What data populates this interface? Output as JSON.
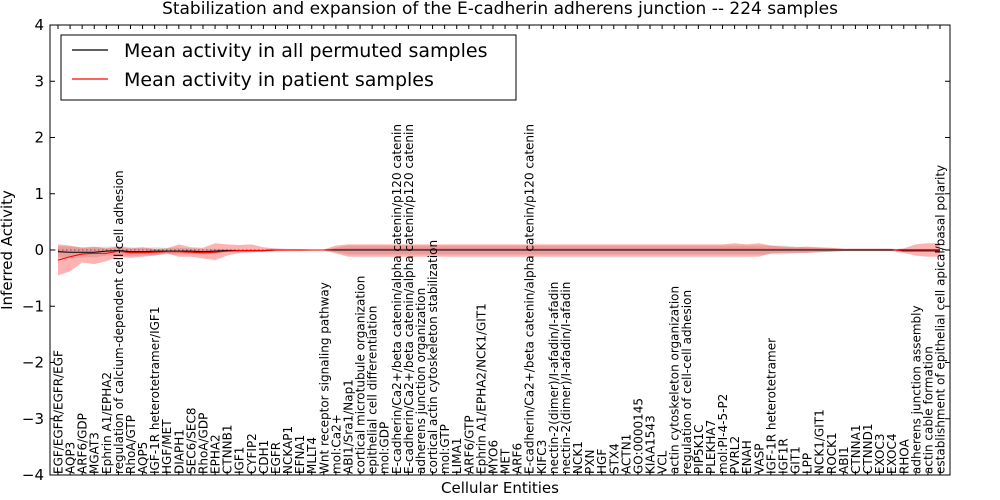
{
  "chart_data": {
    "type": "line",
    "title": "Stabilization and expansion of the E-cadherin adherens junction -- 224 samples",
    "xlabel": "Cellular Entities",
    "ylabel": "Inferred Activity",
    "ylim": [
      -4,
      4
    ],
    "yticks": [
      -4,
      -3,
      -2,
      -1,
      0,
      1,
      2,
      3,
      4
    ],
    "legend_position": "top-left",
    "grid": false,
    "categories": [
      "EGF/EGFR/EGFR/EGF",
      "AQP3",
      "ARF6/GDP",
      "MGAT3",
      "Ephrin A1/EPHA2",
      "regulation of calcium-dependent cell-cell adhesion",
      "RhoA/GTP",
      "AQP5",
      "IGF-1R heterotetramer/IGF1",
      "HGF/MET",
      "DIAPH1",
      "SEC6/SEC8",
      "RhoA/GDP",
      "EPHA2",
      "CTNNB1",
      "IGF1",
      "CYFIP2",
      "CDH1",
      "EGFR",
      "NCKAP1",
      "EFNA1",
      "MLLT4",
      "Wnt receptor signaling pathway",
      "mol:Ca2+",
      "ABI1/Sra1/Nap1",
      "cortical microtubule organization",
      "epithelial cell differentiation",
      "mol:GDP",
      "E-cadherin/Ca2+/beta catenin/alpha catenin/p120 catenin",
      "E-cadherin/Ca2+/beta catenin/alpha catenin/p120 catenin",
      "adherens junction organization",
      "cortical actin cytoskeleton stabilization",
      "mol:GTP",
      "LIMA1",
      "ARF6/GTP",
      "Ephrin A1/EPHA2/NCK1/GIT1",
      "MYO6",
      "MET",
      "ARF6",
      "E-cadherin/Ca2+/beta catenin/alpha catenin/p120 catenin",
      "KIFC3",
      "nectin-2(dimer)/I-afadin/I-afadin",
      "nectin-2(dimer)/I-afadin/I-afadin",
      "NCK1",
      "PXN",
      "HGF",
      "STX4",
      "ACTN1",
      "GO:0000145",
      "KIAA1543",
      "VCL",
      "actin cytoskeleton organization",
      "regulation of cell-cell adhesion",
      "PIP5K1C",
      "PLEKHA7",
      "mol:PI-4-5-P2",
      "PVRL2",
      "ENAH",
      "VASP",
      "IGF-1R heterotetramer",
      "IGF1R",
      "GIT1",
      "LPP",
      "NCK1/GIT1",
      "ROCK1",
      "ABI1",
      "CTNNA1",
      "CTNND1",
      "EXOC3",
      "EXOC4",
      "RHOA",
      "adherens junction assembly",
      "actin cable formation",
      "establishment of epithelial cell apical/basal polarity"
    ],
    "series": [
      {
        "name": "Mean activity in all permuted samples",
        "color": "#000000",
        "values": [
          -0.03,
          -0.04,
          -0.04,
          -0.04,
          -0.02,
          -0.01,
          -0.03,
          -0.03,
          -0.02,
          -0.02,
          -0.02,
          -0.02,
          -0.03,
          -0.02,
          -0.01,
          -0.01,
          -0.01,
          -0.01,
          0,
          0,
          0,
          0,
          0,
          0,
          0,
          0,
          0,
          0,
          0,
          0,
          0,
          0,
          0,
          0,
          0,
          0,
          0,
          0,
          0,
          0,
          0,
          0,
          0,
          0,
          0,
          0,
          0,
          0,
          0,
          0,
          0,
          0,
          0,
          0,
          0,
          0,
          0,
          0,
          0,
          0,
          0,
          0,
          0,
          0,
          0,
          0,
          0,
          0,
          0,
          0,
          0,
          0,
          0,
          0
        ]
      },
      {
        "name": "Mean activity in patient samples",
        "color": "#ff0000",
        "values": [
          -0.18,
          -0.12,
          -0.07,
          -0.06,
          -0.06,
          -0.02,
          -0.05,
          -0.05,
          -0.04,
          -0.03,
          -0.03,
          -0.04,
          -0.05,
          -0.04,
          -0.02,
          -0.01,
          -0.01,
          -0.01,
          0,
          0,
          0,
          0,
          0,
          0.01,
          0.01,
          0.01,
          0.01,
          0.01,
          0.01,
          0.01,
          0.01,
          0.01,
          0.01,
          0.01,
          0.01,
          0.01,
          0.01,
          0.01,
          0.01,
          0.01,
          0.01,
          0.01,
          0.01,
          0.01,
          0.01,
          0.01,
          0.01,
          0.01,
          0.01,
          0.01,
          0.01,
          0.01,
          0.01,
          0.01,
          0.01,
          0.01,
          0.01,
          0.01,
          0.01,
          0.01,
          0.01,
          0.01,
          0.01,
          0.01,
          0.01,
          0.01,
          0.01,
          0.01,
          0.01,
          0.01,
          -0.02,
          -0.02,
          -0.02,
          -0.02
        ]
      }
    ],
    "bands": {
      "permuted_color": "#c8c8c8",
      "patient_color": "#ff0000",
      "permuted_halfwidth": [
        0.1,
        0.1,
        0.09,
        0.09,
        0.08,
        0.08,
        0.08,
        0.07,
        0.07,
        0.06,
        0.06,
        0.05,
        0.05,
        0.04,
        0.03,
        0.02,
        0.02,
        0.02,
        0.02,
        0.01,
        0.01,
        0.01,
        0.01,
        0.04,
        0.08,
        0.08,
        0.08,
        0.08,
        0.08,
        0.08,
        0.08,
        0.08,
        0.08,
        0.08,
        0.08,
        0.08,
        0.08,
        0.08,
        0.08,
        0.08,
        0.08,
        0.08,
        0.08,
        0.08,
        0.08,
        0.08,
        0.08,
        0.08,
        0.08,
        0.08,
        0.08,
        0.08,
        0.08,
        0.08,
        0.08,
        0.08,
        0.08,
        0.08,
        0.08,
        0.08,
        0.08,
        0.06,
        0.05,
        0.04,
        0.03,
        0.02,
        0.02,
        0.02,
        0.02,
        0.02,
        0.02,
        0.02,
        0.02,
        0.02
      ],
      "patient_upper": [
        0.1,
        0.08,
        0.04,
        0.06,
        0.03,
        0.06,
        0.03,
        0.05,
        0.02,
        0.03,
        0.1,
        0.05,
        0.04,
        0.12,
        0.1,
        0.09,
        0.1,
        0.05,
        0.03,
        0.02,
        0.02,
        0.01,
        0.01,
        0.08,
        0.1,
        0.1,
        0.1,
        0.1,
        0.1,
        0.1,
        0.1,
        0.1,
        0.1,
        0.1,
        0.1,
        0.1,
        0.1,
        0.1,
        0.1,
        0.1,
        0.1,
        0.1,
        0.1,
        0.1,
        0.1,
        0.1,
        0.1,
        0.1,
        0.1,
        0.1,
        0.1,
        0.1,
        0.1,
        0.1,
        0.1,
        0.1,
        0.12,
        0.1,
        0.12,
        0.08,
        0.06,
        0.05,
        0.06,
        0.05,
        0.04,
        0.02,
        0.01,
        0.01,
        0.01,
        0.01,
        0.03,
        0.1,
        0.12,
        0.12
      ],
      "patient_lower": [
        -0.45,
        -0.38,
        -0.22,
        -0.25,
        -0.2,
        -0.12,
        -0.14,
        -0.12,
        -0.1,
        -0.06,
        -0.12,
        -0.12,
        -0.15,
        -0.18,
        -0.1,
        -0.05,
        -0.04,
        -0.03,
        -0.02,
        -0.02,
        -0.02,
        -0.01,
        -0.01,
        -0.06,
        -0.12,
        -0.12,
        -0.12,
        -0.12,
        -0.12,
        -0.12,
        -0.12,
        -0.12,
        -0.12,
        -0.12,
        -0.12,
        -0.12,
        -0.12,
        -0.12,
        -0.12,
        -0.12,
        -0.12,
        -0.12,
        -0.12,
        -0.12,
        -0.12,
        -0.12,
        -0.12,
        -0.12,
        -0.12,
        -0.12,
        -0.12,
        -0.12,
        -0.12,
        -0.12,
        -0.12,
        -0.12,
        -0.12,
        -0.12,
        -0.12,
        -0.06,
        -0.05,
        -0.05,
        -0.05,
        -0.04,
        -0.03,
        -0.02,
        -0.02,
        -0.02,
        -0.02,
        -0.02,
        -0.05,
        -0.1,
        -0.12,
        -0.12
      ]
    }
  }
}
